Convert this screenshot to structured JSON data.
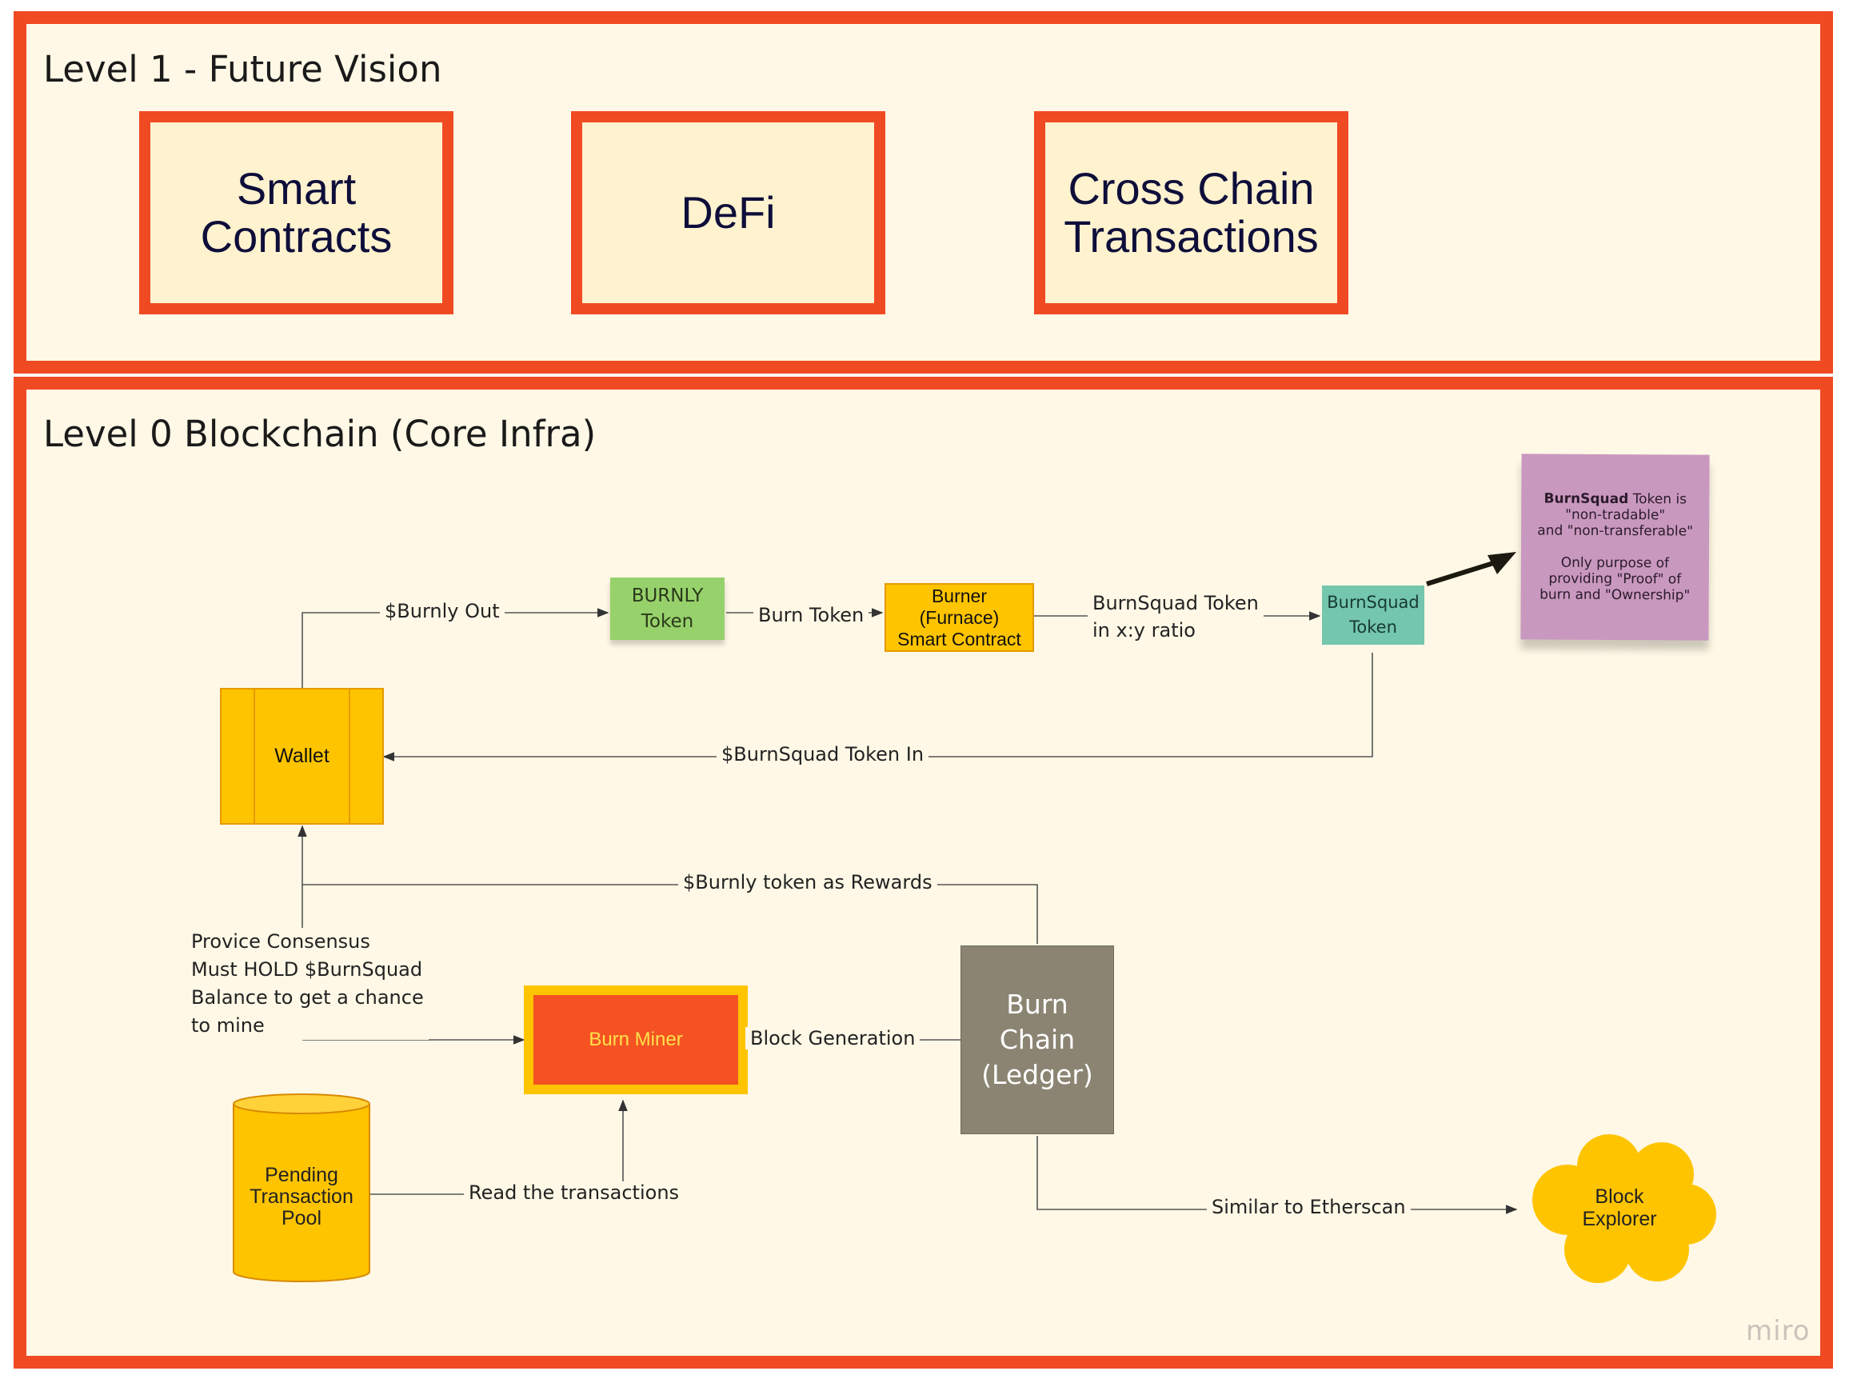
{
  "level1": {
    "title": "Level 1 - Future Vision",
    "boxes": [
      {
        "lines": [
          "Smart",
          "Contracts"
        ]
      },
      {
        "lines": [
          "DeFi"
        ]
      },
      {
        "lines": [
          "Cross Chain",
          "Transactions"
        ]
      }
    ]
  },
  "level0": {
    "title": "Level 0 Blockchain (Core Infra)",
    "nodes": {
      "burnly_token": {
        "lines": [
          "BURNLY",
          "Token"
        ]
      },
      "burner": {
        "lines": [
          "Burner",
          "(Furnace)",
          "Smart Contract"
        ]
      },
      "burnsquad_token": {
        "lines": [
          "BurnSquad",
          "Token"
        ]
      },
      "wallet": "Wallet",
      "burn_miner": "Burn Miner",
      "burn_chain": {
        "lines": [
          "Burn",
          "Chain",
          "(Ledger)"
        ]
      },
      "pending_pool": {
        "lines": [
          "Pending",
          "Transaction",
          "Pool"
        ]
      },
      "block_explorer": {
        "lines": [
          "Block",
          "Explorer"
        ]
      }
    },
    "sticky_note": {
      "bold": "BurnSquad",
      "line1_rest": " Token is",
      "lines": [
        "\"non-tradable\"",
        "and \"non-transferable\"",
        "",
        "Only  purpose of",
        "providing \"Proof\" of",
        "burn and \"Ownership\""
      ]
    },
    "edge_labels": {
      "burnly_out": "$Burnly Out",
      "burn_token": "Burn Token",
      "burnsquad_ratio": [
        "BurnSquad Token",
        "in x:y ratio"
      ],
      "burnsquad_in": "$BurnSquad Token In",
      "rewards": "$Burnly token as Rewards",
      "consensus": [
        "Provice Consensus",
        "Must HOLD $BurnSquad",
        "Balance to get a chance",
        "to mine"
      ],
      "block_generation": "Block Generation",
      "read_transactions": "Read the transactions",
      "similar_etherscan": "Similar to Etherscan"
    }
  },
  "watermark": "miro",
  "colors": {
    "frame_border": "#f04a23",
    "frame_bg": "#fff8e6",
    "yellow": "#ffc400",
    "green": "#97d16b",
    "teal": "#74c6ad",
    "purple": "#c998bf",
    "gray": "#8b8472"
  }
}
